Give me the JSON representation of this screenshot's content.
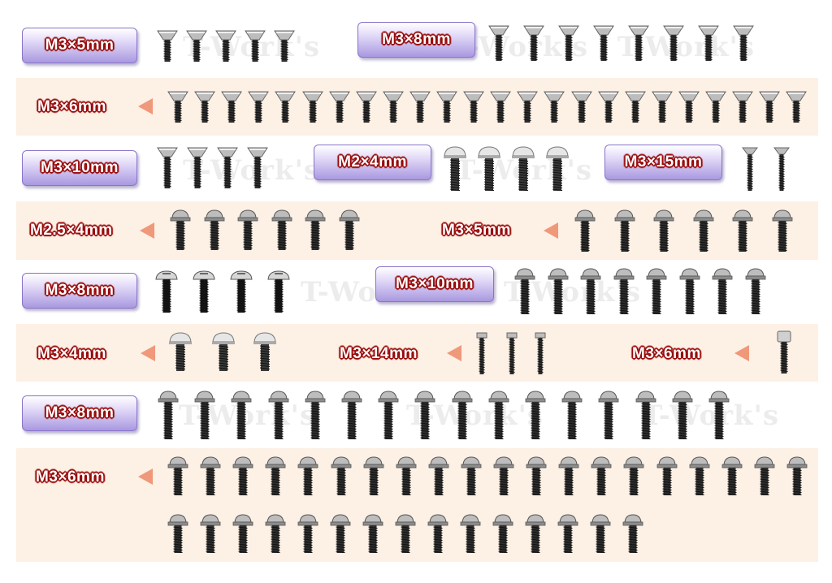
{
  "labels": {
    "r1a": "M3×5mm",
    "r1b": "M3×8mm",
    "r2": "M3×6mm",
    "r3a": "M3×10mm",
    "r3b": "M2×4mm",
    "r3c": "M3×15mm",
    "r4a": "M2.5×4mm",
    "r4b": "M3×5mm",
    "r5a": "M3×8mm",
    "r5b": "M3×10mm",
    "r6a": "M3×4mm",
    "r6b": "M3×14mm",
    "r6c": "M3×6mm",
    "r7": "M3×8mm",
    "r8": "M3×6mm"
  },
  "watermark": "T-Work's",
  "colors": {
    "band": "#fdf0e4",
    "tag_border": "#8a74c9",
    "label_outline": "#9b0d0d",
    "arrow": "#f0987a",
    "screw_dark": "#2e2e2e",
    "screw_silver": "#bdbdbd"
  },
  "screw_kinds": [
    "countersunk",
    "flanged-button",
    "button-head",
    "thin-flat-head",
    "socket-cap"
  ]
}
